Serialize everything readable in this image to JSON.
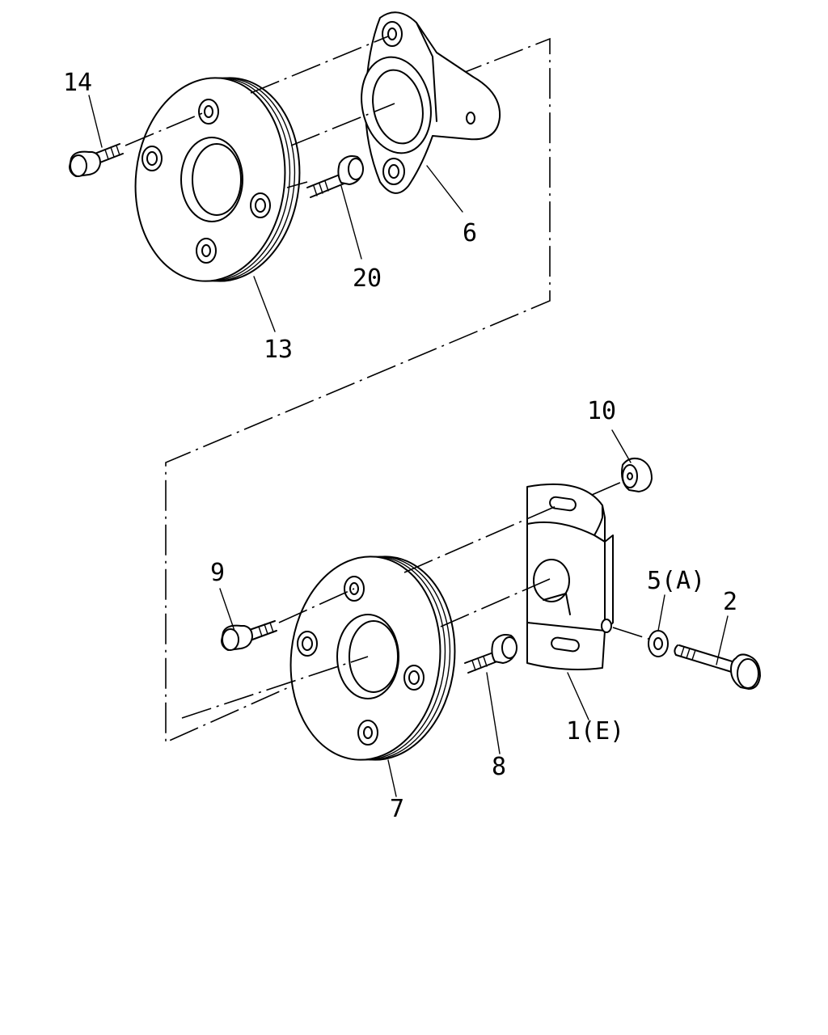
{
  "callouts": {
    "c14": "14",
    "c6": "6",
    "c20": "20",
    "c13": "13",
    "c10": "10",
    "c9": "9",
    "c5": "5(A)",
    "c2": "2",
    "c1": "1(E)",
    "c8": "8",
    "c7": "7"
  }
}
